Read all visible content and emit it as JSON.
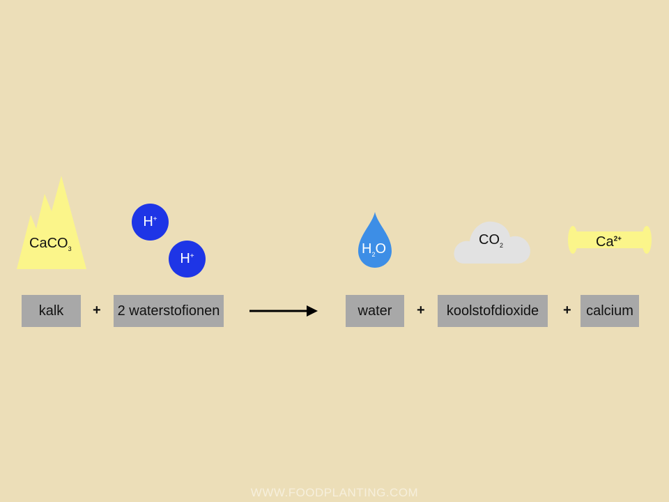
{
  "reactants": {
    "caco3": {
      "main": "CaCO",
      "sub": "3"
    },
    "h_ion": {
      "main": "H",
      "sup": "+"
    },
    "kalk_label": "kalk",
    "waterstof_label": "2 waterstofionen"
  },
  "products": {
    "h2o": {
      "a": "H",
      "sub": "2",
      "b": "O"
    },
    "co2": {
      "main": "CO",
      "sub": "2"
    },
    "ca": {
      "main": "Ca",
      "sup": "2+"
    },
    "water_label": "water",
    "co2_label": "koolstofdioxide",
    "calcium_label": "calcium"
  },
  "operators": {
    "plus": "+"
  },
  "colors": {
    "background": "#ecdeb8",
    "label_box": "#a8a8a8",
    "crystal": "#fbf58a",
    "ion": "#1e35e6",
    "drop": "#3d8ee6",
    "cloud": "#e2e2e2",
    "bone": "#fbf58a"
  },
  "footer": "WWW.FOODPLANTING.COM"
}
